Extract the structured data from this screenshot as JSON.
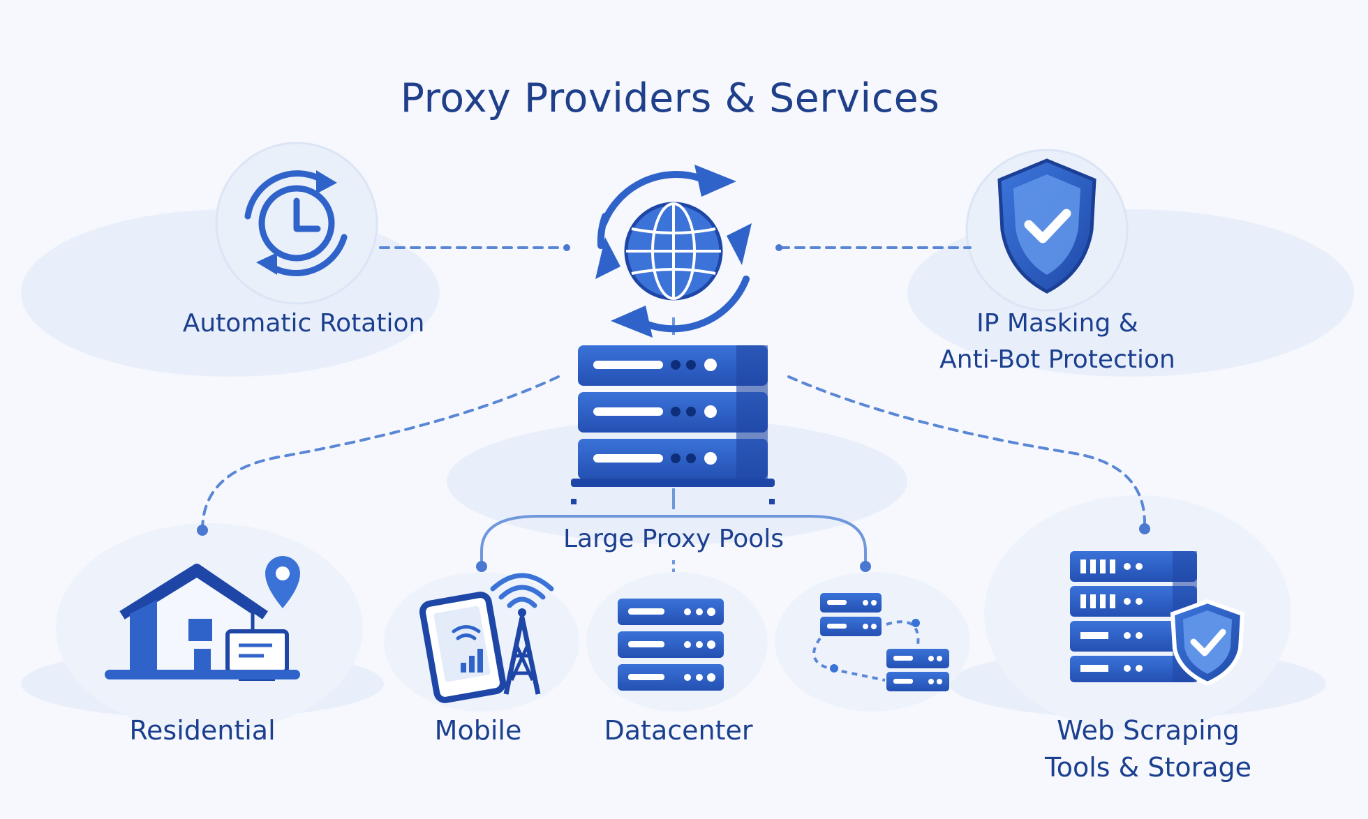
{
  "title": "Proxy Providers & Services",
  "features": {
    "rotation": {
      "label": "Automatic Rotation",
      "icon": "clock-rotation-icon"
    },
    "masking": {
      "line1": "IP Masking &",
      "line2": "Anti-Bot Protection",
      "icon": "shield-check-icon"
    }
  },
  "hub": {
    "label": "Large Proxy Pools",
    "icons": [
      "globe-rotation-icon",
      "server-stack-icon"
    ]
  },
  "proxy_types": [
    {
      "label": "Residential",
      "icon": "house-location-icon"
    },
    {
      "label": "Mobile",
      "icon": "phone-tower-icon"
    },
    {
      "label": "Datacenter",
      "icon": "datacenter-servers-icon"
    },
    {
      "label": "",
      "icon": "distributed-servers-icon"
    }
  ],
  "tools": {
    "line1": "Web Scraping",
    "line2": "Tools & Storage",
    "icon": "server-shield-icon"
  },
  "colors": {
    "primary": "#2f63c9",
    "dark": "#1e46a6",
    "light": "#bcd1f2",
    "text": "#1b3f8f",
    "background": "#f6f8fd"
  }
}
